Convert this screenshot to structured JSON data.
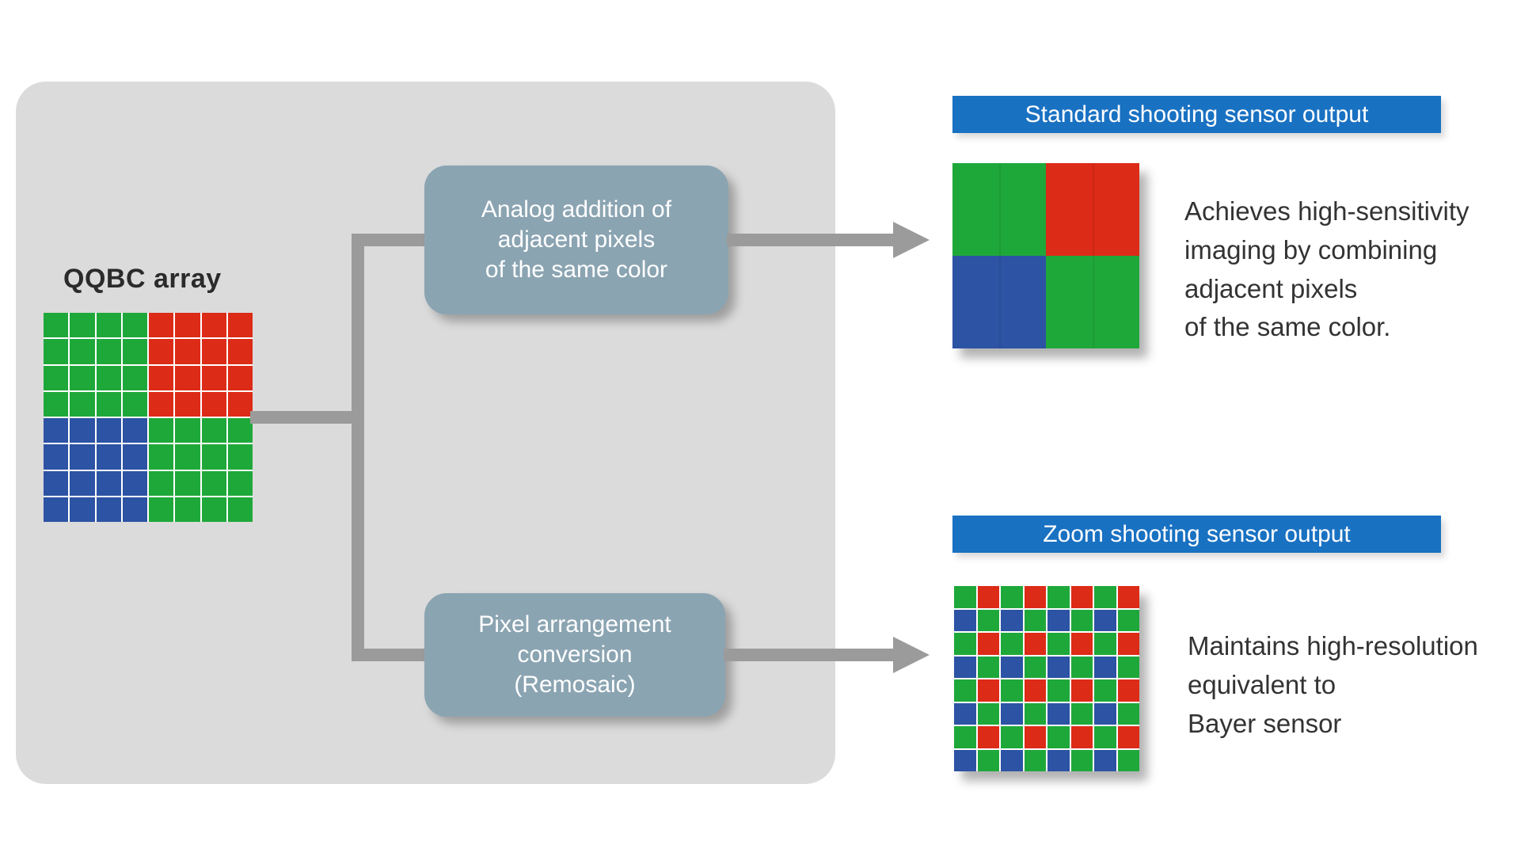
{
  "colors": {
    "green": "#1fa83a",
    "red": "#dc2b17",
    "blue": "#2c53a4",
    "header-blue": "#1971c2",
    "panel-gray": "#dbdbdb",
    "box-gray": "#8ba4b2",
    "connector-gray": "#9b9b9b",
    "text-dark": "#333333"
  },
  "panel": {
    "array_label": "QQBC array",
    "boxes": [
      {
        "text": "Analog addition of\nadjacent pixels\nof the same color"
      },
      {
        "text": "Pixel arrangement\nconversion\n(Remosaic)"
      }
    ]
  },
  "grids": {
    "qqbc": {
      "rows": 8,
      "cols": 8,
      "pattern": "quad",
      "gap": 2
    },
    "standard": {
      "rows": 2,
      "cols": 2,
      "cells": [
        "green",
        "red",
        "blue",
        "green"
      ],
      "gap": 0
    },
    "zoom": {
      "rows": 8,
      "cols": 8,
      "pattern": "bayer",
      "gap": 2
    }
  },
  "outputs": [
    {
      "header": "Standard shooting sensor output",
      "description": "Achieves high-sensitivity\nimaging by combining\nadjacent pixels\nof the same color."
    },
    {
      "header": "Zoom shooting sensor output",
      "description": "Maintains high-resolution\nequivalent to\nBayer sensor"
    }
  ]
}
